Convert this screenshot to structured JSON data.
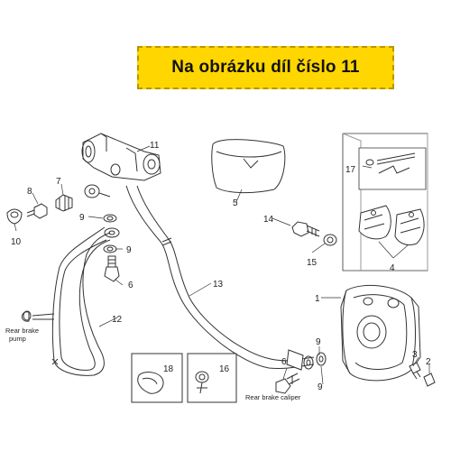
{
  "banner": {
    "text": "Na obrázku díl číslo 11"
  },
  "callouts": [
    "1",
    "2",
    "3",
    "4",
    "5",
    "6",
    "6",
    "7",
    "8",
    "9",
    "9",
    "9",
    "9",
    "10",
    "11",
    "12",
    "13",
    "14",
    "15",
    "16",
    "17",
    "18"
  ],
  "labels": {
    "rear_brake_pump": [
      "Rear brake",
      "pump"
    ],
    "rear_brake_caliper": "Rear brake caliper"
  },
  "colors": {
    "banner_bg": "#ffd600",
    "banner_border": "#b89500",
    "line": "#333333"
  }
}
